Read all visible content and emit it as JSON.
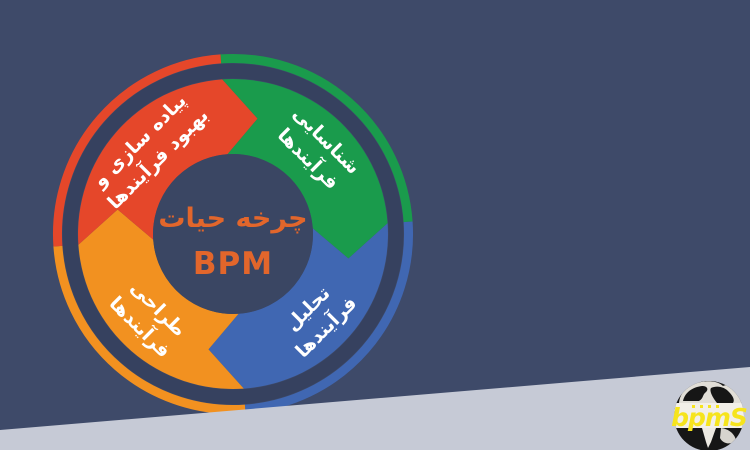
{
  "background": {
    "navy": "#3e4a69",
    "light_panel": "#c6cad6"
  },
  "diagram": {
    "title": "BPM lifecycle cycle diagram",
    "center_circle_color": "#3a4663",
    "shadow_ring_color": "#36415f",
    "label_color": "#ffffff",
    "center_title_color": "#e2662b",
    "center_title_line1": "چرخه حیات",
    "center_title_line2": "BPM",
    "segments": [
      {
        "id": "identify-processes",
        "position": "top-right",
        "color": "#1a9b4c",
        "line1": "شناسایی",
        "line2": "فرآیندها"
      },
      {
        "id": "analyze-processes",
        "position": "bottom-right",
        "color": "#4067b2",
        "line1": "تحلیل",
        "line2": "فرآیندها"
      },
      {
        "id": "design-processes",
        "position": "bottom-left",
        "color": "#f29120",
        "line1": "طراحی",
        "line2": "فرآیندها"
      },
      {
        "id": "implement-improve",
        "position": "top-left",
        "color": "#e5472a",
        "line1": "پیاده سازی و",
        "line2": "بهبود فرآیندها"
      }
    ]
  },
  "logo": {
    "text": "bpmS",
    "globe_color": "#161616",
    "band_color": "#f2efe8",
    "accent_color": "#f6e41d"
  }
}
